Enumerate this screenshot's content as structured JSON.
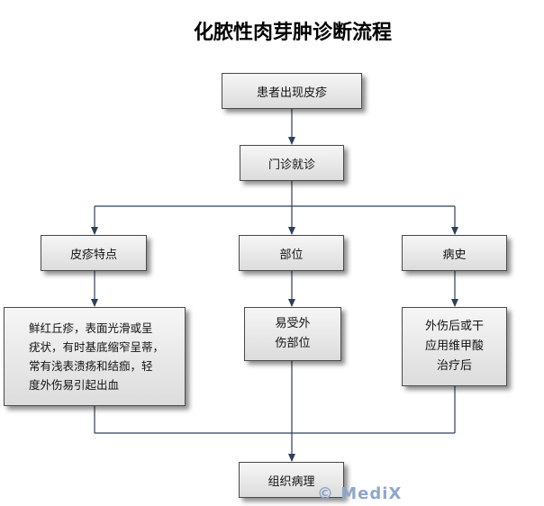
{
  "title": "化脓性肉芽肿诊断流程",
  "nodes": {
    "onset": "患者出现皮疹",
    "clinic": "门诊就诊",
    "features": "皮疹特点",
    "site": "部位",
    "history": "病史",
    "features_detail": "鲜红丘疹，表面光滑或呈\n疣状，有时基底缩窄呈蒂，\n常有浅表溃疡和结痂，轻\n度外伤易引起出血",
    "site_detail": "易受外\n伤部位",
    "history_detail": "外伤后或干\n应用维甲酸\n治疗后",
    "pathology": "组织病理"
  },
  "watermark": "© MediX"
}
